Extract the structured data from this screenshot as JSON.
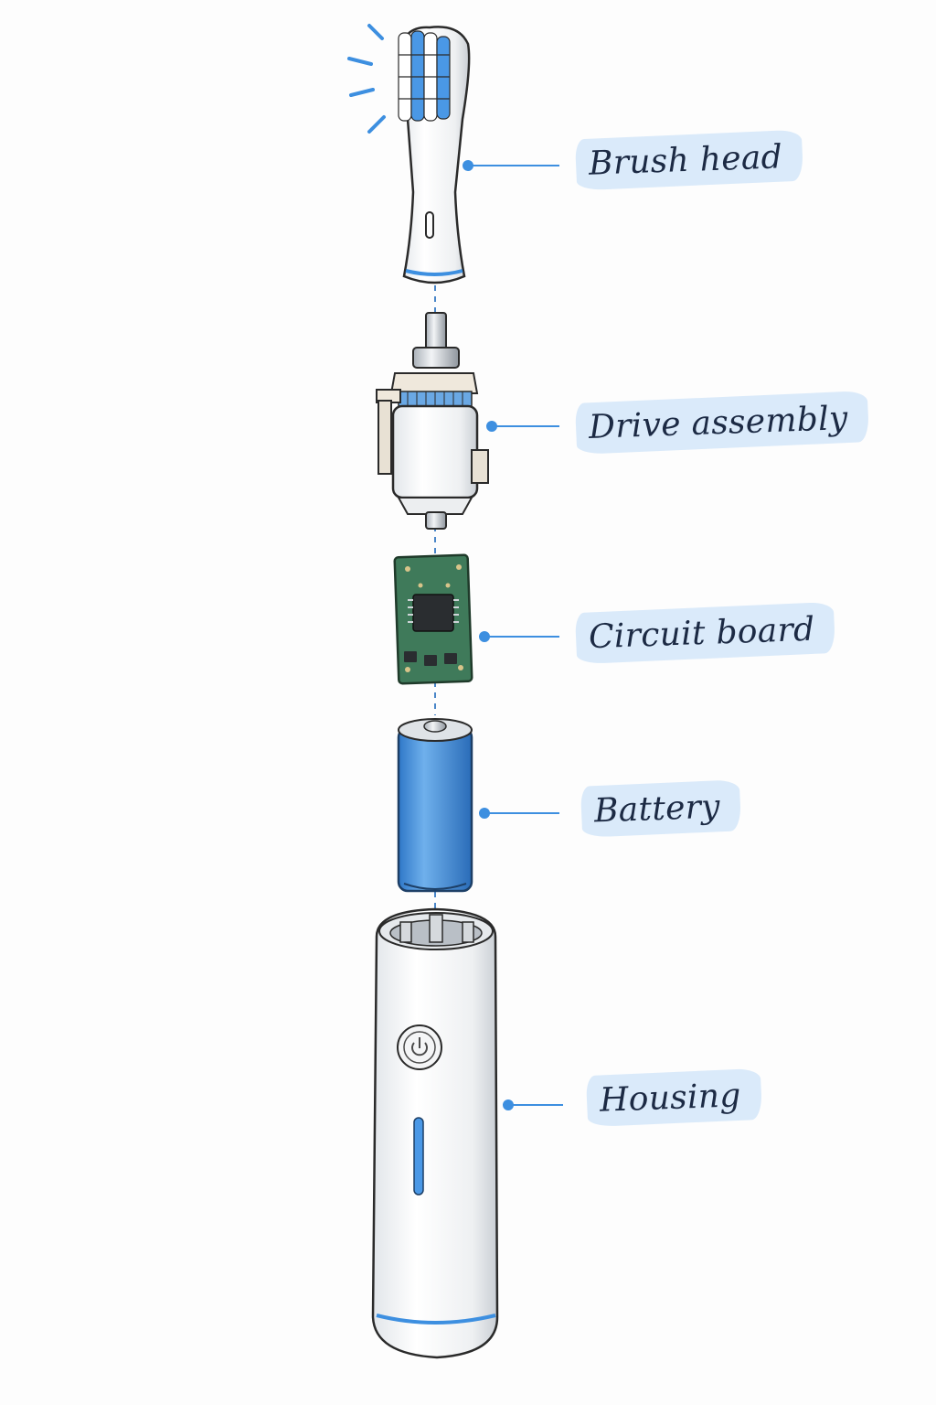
{
  "diagram": {
    "accent_color": "#3d8fe0",
    "parts": [
      {
        "id": "brush-head",
        "label": "Brush head",
        "icon": "brush-head"
      },
      {
        "id": "drive-assembly",
        "label": "Drive assembly",
        "icon": "motor"
      },
      {
        "id": "circuit-board",
        "label": "Circuit board",
        "icon": "pcb"
      },
      {
        "id": "battery",
        "label": "Battery",
        "icon": "battery-cell"
      },
      {
        "id": "housing",
        "label": "Housing",
        "icon": "handle",
        "button_icon": "power-icon"
      }
    ]
  }
}
